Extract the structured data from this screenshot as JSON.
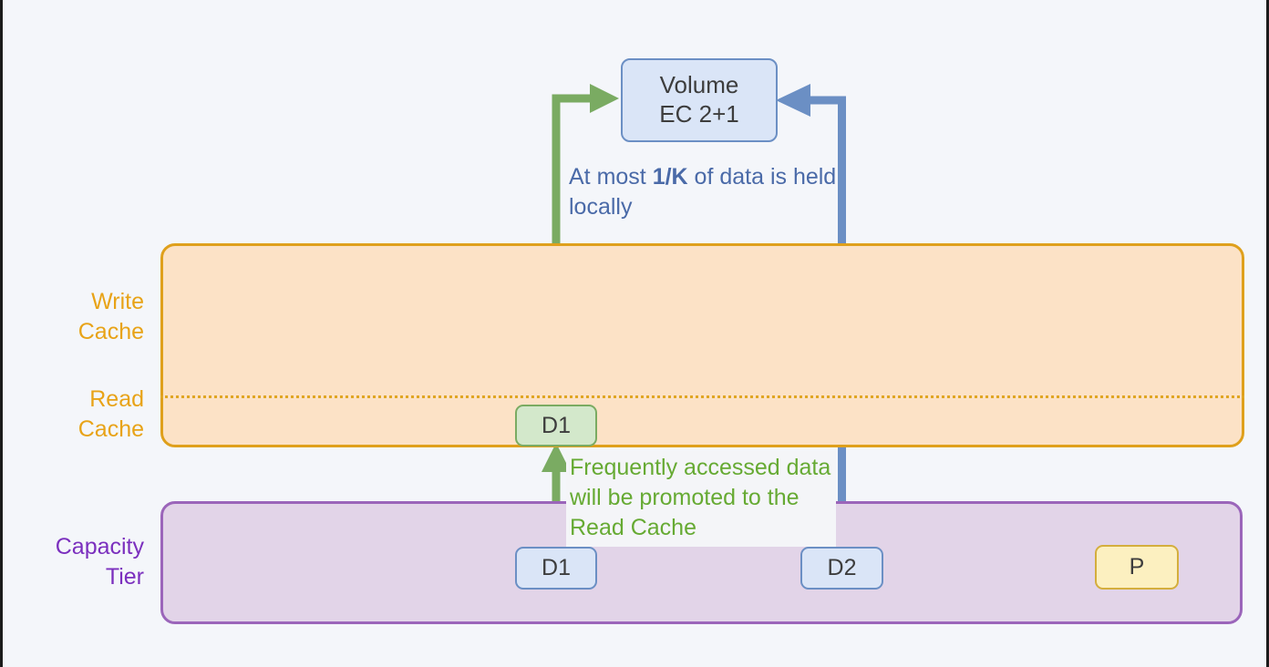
{
  "diagram": {
    "background_color": "#f4f6fa",
    "volume": {
      "line1": "Volume",
      "line2": "EC 2+1",
      "fill": "#dae5f7",
      "stroke": "#6b8fc4"
    },
    "tiers": [
      {
        "name": "write-cache",
        "label_line1": "Write",
        "label_line2": "Cache",
        "color": "#e8a317"
      },
      {
        "name": "read-cache",
        "label_line1": "Read",
        "label_line2": "Cache",
        "color": "#e8a317"
      },
      {
        "name": "capacity-tier",
        "label_line1": "Capacity",
        "label_line2": "Tier",
        "color": "#7b2fbe"
      }
    ],
    "chunks": [
      {
        "name": "d1-read-cache",
        "label": "D1",
        "tier": "read-cache",
        "fill": "#d3e8cb",
        "stroke": "#7aab62"
      },
      {
        "name": "d1-capacity",
        "label": "D1",
        "tier": "capacity-tier",
        "fill": "#dae5f7",
        "stroke": "#6b8fc4"
      },
      {
        "name": "d2-capacity",
        "label": "D2",
        "tier": "capacity-tier",
        "fill": "#dae5f7",
        "stroke": "#6b8fc4"
      },
      {
        "name": "parity-capacity",
        "label": "P",
        "tier": "capacity-tier",
        "fill": "#fcf0c0",
        "stroke": "#d4ae3d"
      }
    ],
    "annotations": {
      "locality_prefix": "At most ",
      "locality_emphasis": "1/K",
      "locality_suffix": " of data is held locally",
      "locality_color": "#4a6aa8",
      "promotion_text": "Frequently accessed data will be promoted to the Read Cache",
      "promotion_color": "#66aa33"
    },
    "arrows": [
      {
        "name": "promote-arrow-capacity-to-read-cache",
        "color": "#7aab62",
        "direction": "up"
      },
      {
        "name": "read-cache-to-volume-arrow",
        "color": "#7aab62",
        "direction": "right"
      },
      {
        "name": "capacity-d2-to-volume-arrow",
        "color": "#6b8fc4",
        "direction": "left"
      }
    ]
  }
}
